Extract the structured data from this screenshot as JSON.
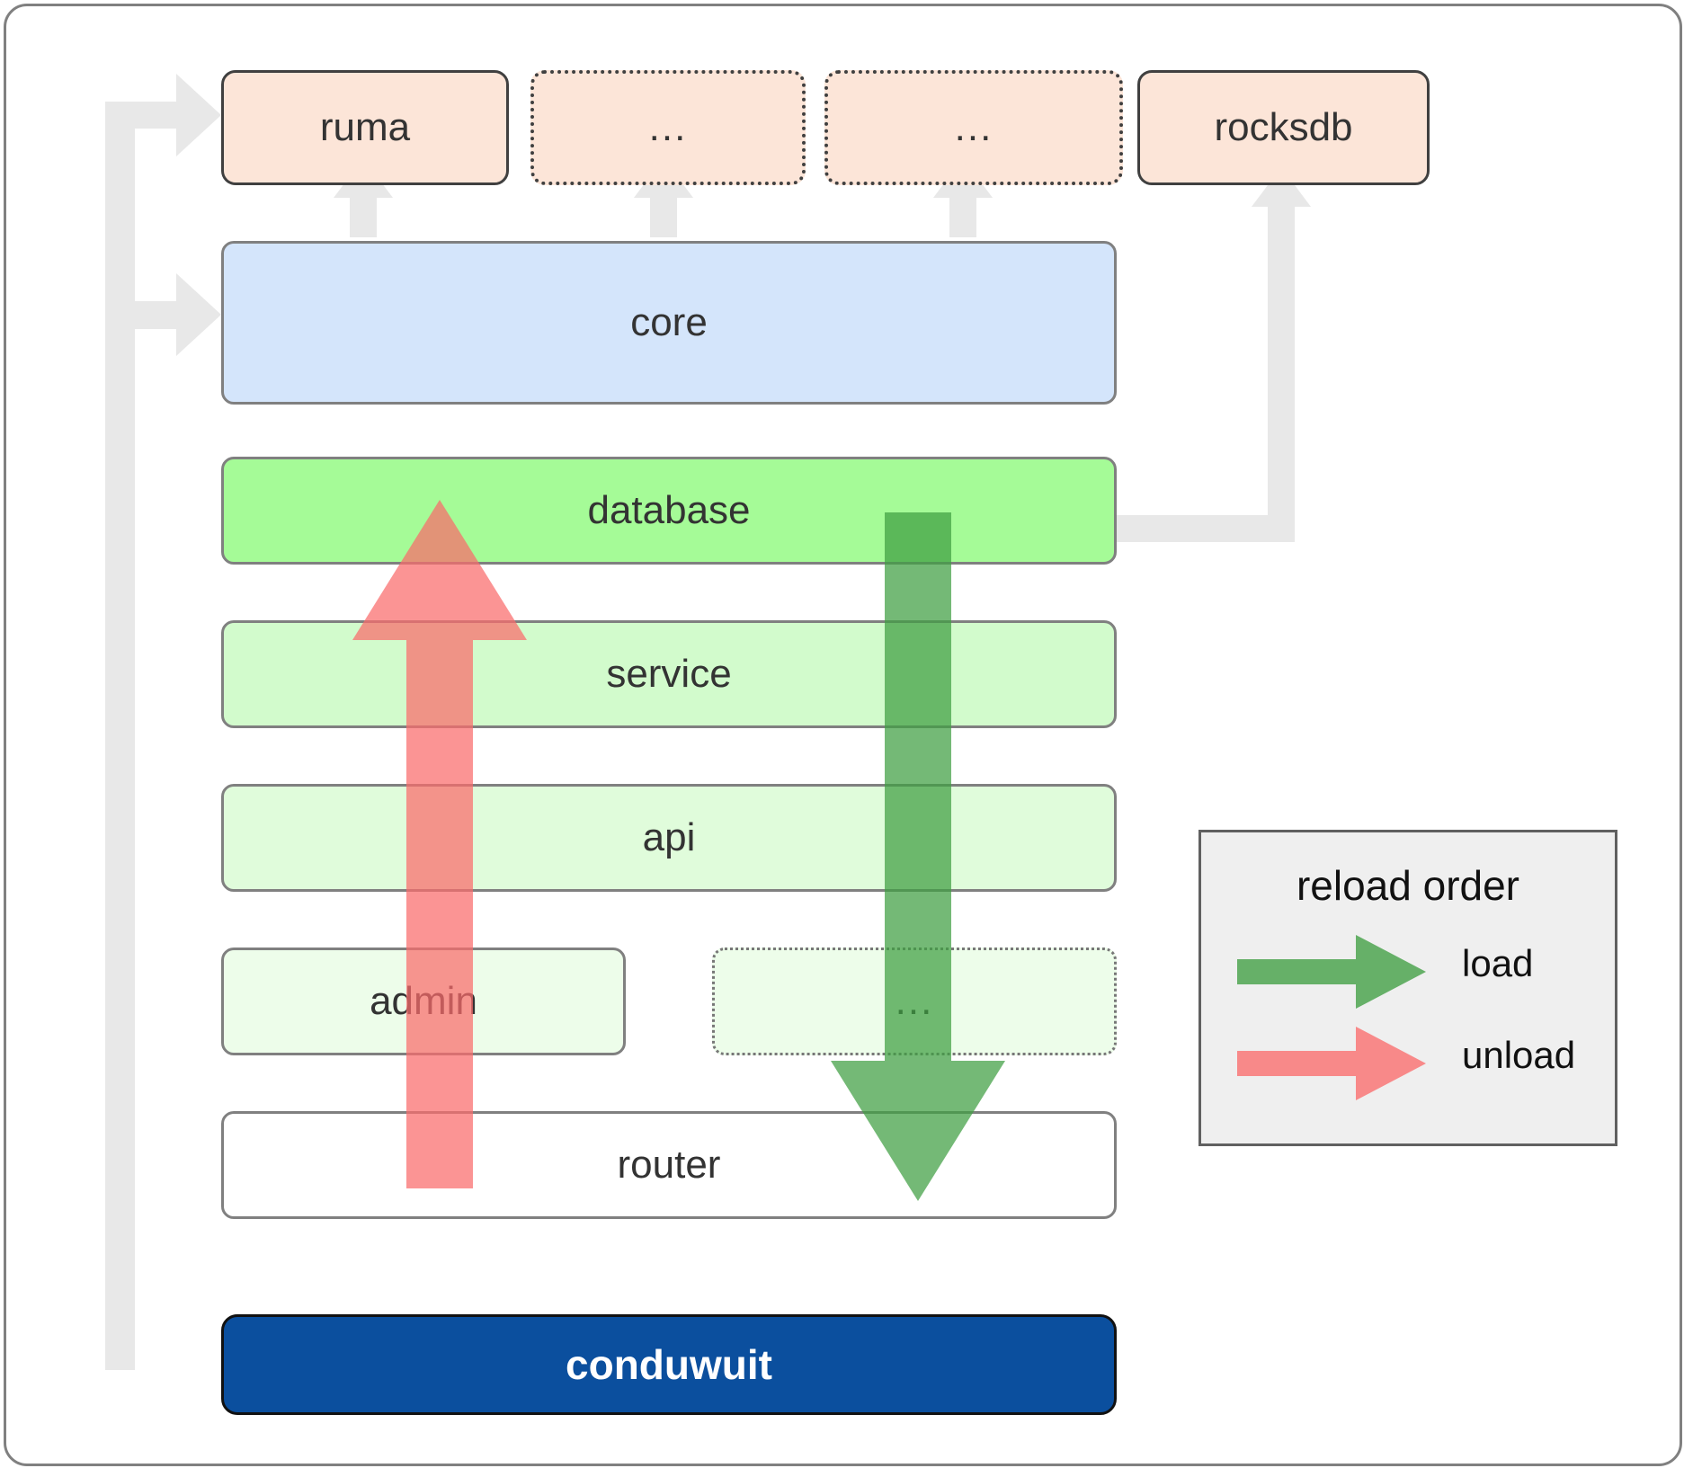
{
  "diagram": {
    "title": "conduwuit crate dependency and reload order",
    "colors": {
      "dependency_fill": "#fce5d8",
      "core_fill": "#d4e5fb",
      "database_fill": "#a5fb97",
      "service_fill": "#d2fbcc",
      "api_fill": "#e0fcdb",
      "admin_fill": "#edfdea",
      "router_fill": "#ffffff",
      "conduwuit_fill": "#0b4f9e",
      "connector_gray": "#e8e8e8",
      "load_green": "#4caf50",
      "unload_red": "#fa8686",
      "border_gray": "#808080",
      "border_dark": "#404040"
    },
    "dependencies": [
      {
        "label": "ruma",
        "style": "solid",
        "id": "ruma"
      },
      {
        "label": "...",
        "style": "dotted",
        "id": "dep-ellipsis-1"
      },
      {
        "label": "...",
        "style": "dotted",
        "id": "dep-ellipsis-2"
      },
      {
        "label": "rocksdb",
        "style": "solid",
        "id": "rocksdb"
      }
    ],
    "core": {
      "label": "core"
    },
    "layers": [
      {
        "label": "database",
        "id": "database",
        "style": "solid"
      },
      {
        "label": "service",
        "id": "service",
        "style": "solid"
      },
      {
        "label": "api",
        "id": "api",
        "style": "solid"
      },
      {
        "label": "admin",
        "id": "admin",
        "style": "solid"
      },
      {
        "label": "...",
        "id": "layer-ellipsis",
        "style": "dotted"
      },
      {
        "label": "router",
        "id": "router",
        "style": "solid"
      }
    ],
    "binary": {
      "label": "conduwuit"
    },
    "legend": {
      "title": "reload order",
      "items": [
        {
          "label": "load",
          "color": "#4caf50",
          "direction": "right"
        },
        {
          "label": "unload",
          "color": "#fa8686",
          "direction": "right"
        }
      ]
    }
  }
}
